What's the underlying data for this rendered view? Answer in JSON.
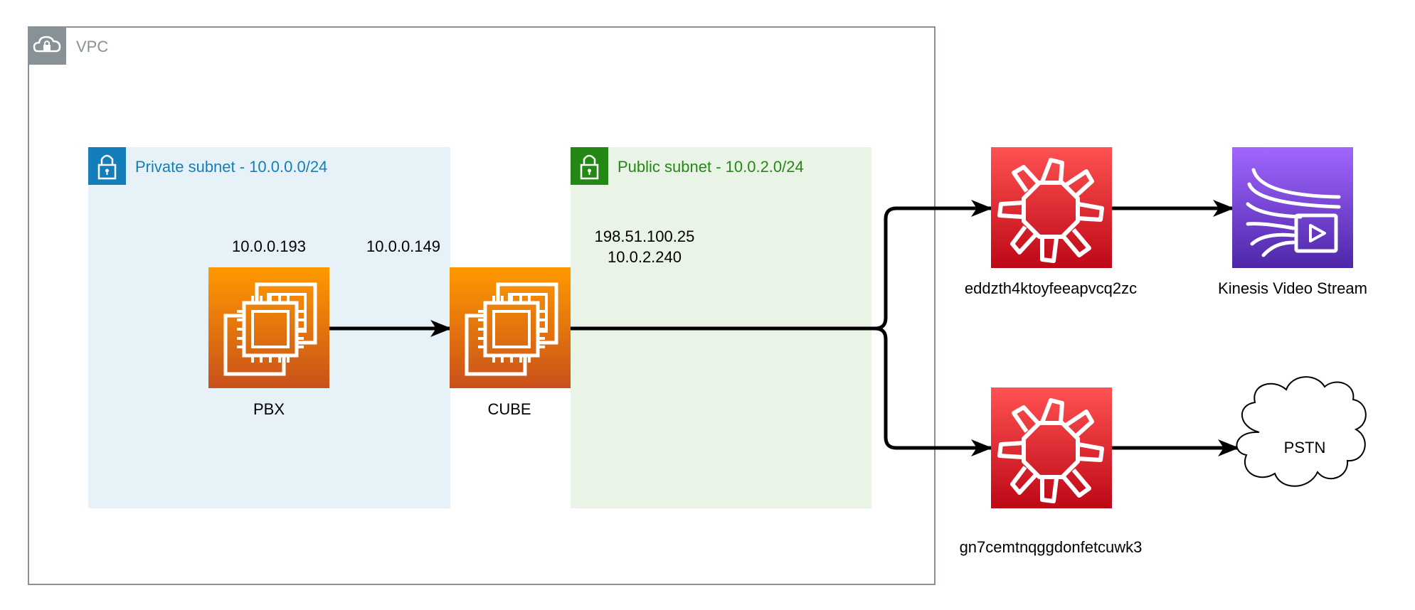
{
  "vpc": {
    "label": "VPC",
    "icon": "cloud-lock-icon",
    "border_color": "#879196"
  },
  "private_subnet": {
    "label": "Private subnet - 10.0.0.0/24",
    "icon": "lock-icon",
    "color": "#147EBA",
    "fill": "#E6F2F8"
  },
  "public_subnet": {
    "label": "Public subnet - 10.0.2.0/24",
    "icon": "lock-icon",
    "color": "#248814",
    "fill": "#E9F3E6"
  },
  "nodes": {
    "pbx": {
      "label": "PBX",
      "ip": "10.0.0.193",
      "icon": "ec2-instance-icon"
    },
    "cube": {
      "label": "CUBE",
      "ip_private": "10.0.0.149",
      "ip_public": "198.51.100.25",
      "ip_public_private": "10.0.2.240",
      "icon": "ec2-instance-icon"
    },
    "connector_top": {
      "label": "eddzth4ktoyfeeapvcq2zc",
      "icon": "chime-voice-connector-icon"
    },
    "connector_bottom": {
      "label": "gn7cemtnqggdonfetcuwk3",
      "icon": "chime-voice-connector-icon"
    },
    "kinesis": {
      "label": "Kinesis Video Stream",
      "icon": "kinesis-video-streams-icon"
    },
    "pstn": {
      "label": "PSTN",
      "icon": "cloud-icon"
    }
  },
  "colors": {
    "ec2": "#ED7100",
    "connector": "#DD344C",
    "kinesis": "#8C4FFF",
    "edge": "#000000"
  }
}
